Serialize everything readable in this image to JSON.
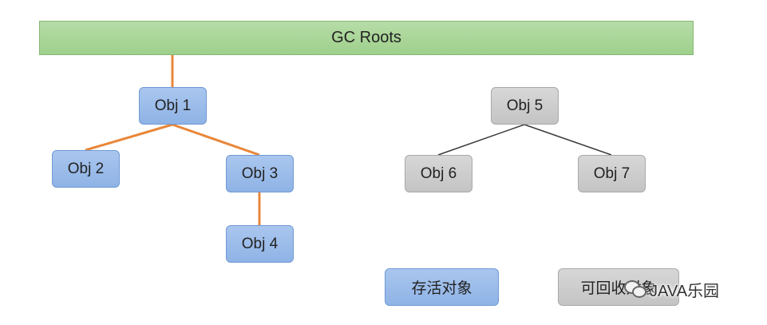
{
  "gc_roots": {
    "label": "GC Roots"
  },
  "nodes": {
    "obj1": "Obj 1",
    "obj2": "Obj 2",
    "obj3": "Obj 3",
    "obj4": "Obj 4",
    "obj5": "Obj 5",
    "obj6": "Obj 6",
    "obj7": "Obj 7"
  },
  "legend": {
    "live": "存活对象",
    "reclaimable": "可回收对象"
  },
  "watermark": {
    "text": "JAVA乐园"
  },
  "colors": {
    "roots": "#9fd08c",
    "live": "#8fb3e6",
    "dead": "#c4c4c4",
    "live_edge": "#e8873a",
    "dead_edge": "#3a3a3a"
  }
}
